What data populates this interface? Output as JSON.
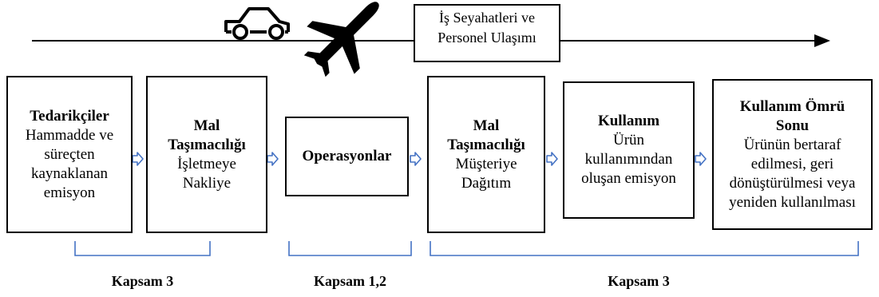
{
  "travel_box": {
    "text": "İş Seyahatleri ve\nPersonel Ulaşımı"
  },
  "stages": [
    {
      "title": "Tedarikçiler",
      "desc": "Hammadde ve\nsüreçten\nkaynaklanan\nemisyon"
    },
    {
      "title": "Mal\nTaşımacılığı",
      "desc": "İşletmeye\nNakliye"
    },
    {
      "title": "Operasyonlar",
      "desc": ""
    },
    {
      "title": "Mal\nTaşımacılığı",
      "desc": "Müşteriye\nDağıtım"
    },
    {
      "title": "Kullanım",
      "desc": "Ürün\nkullanımından\noluşan emisyon"
    },
    {
      "title": "Kullanım Ömrü\nSonu",
      "desc": "Ürünün bertaraf\nedilmesi, geri\ndönüştürülmesi veya\nyeniden kullanılması"
    }
  ],
  "scopes": [
    {
      "label": "Kapsam 3"
    },
    {
      "label": "Kapsam 1,2"
    },
    {
      "label": "Kapsam 3"
    }
  ],
  "colors": {
    "bracket": "#4472c4",
    "arrow": "#4472c4",
    "line": "#000000"
  },
  "icons": [
    "car-icon",
    "airplane-icon"
  ]
}
